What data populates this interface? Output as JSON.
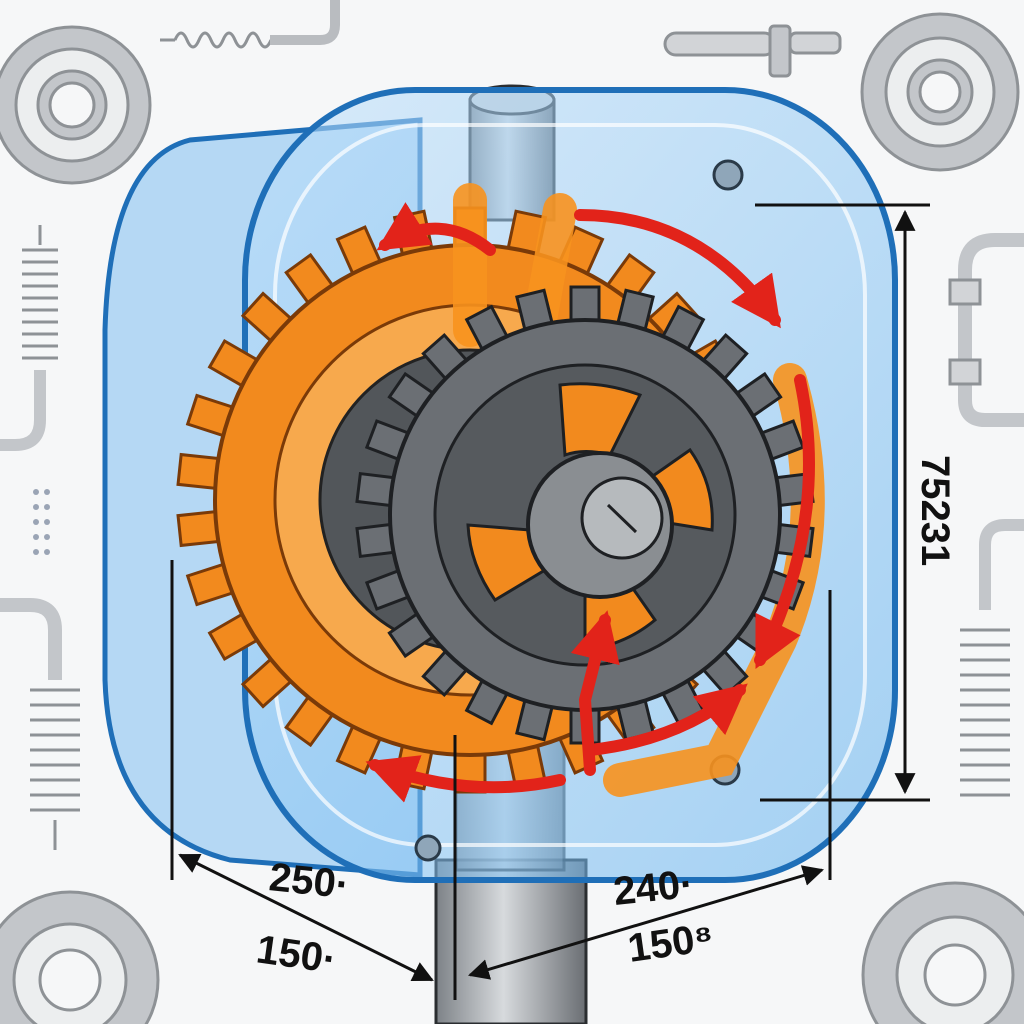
{
  "dimensions": {
    "height_label": "75231",
    "left_upper": "250·",
    "left_lower": "150·",
    "right_upper": "240·",
    "right_lower": "150⁸"
  },
  "colors": {
    "housing": "#4aa3e6",
    "housing_edge": "#1f6fb8",
    "orange_gear": "#f28a1e",
    "gray_gear": "#6b6f74",
    "flow_arrow": "#e2231a",
    "dimension_line": "#111111",
    "background_parts": "#b9bcc0"
  },
  "icons": [
    "gear-icon",
    "spring-icon",
    "pipe-elbow-icon",
    "bolt-icon",
    "shaft-icon"
  ]
}
